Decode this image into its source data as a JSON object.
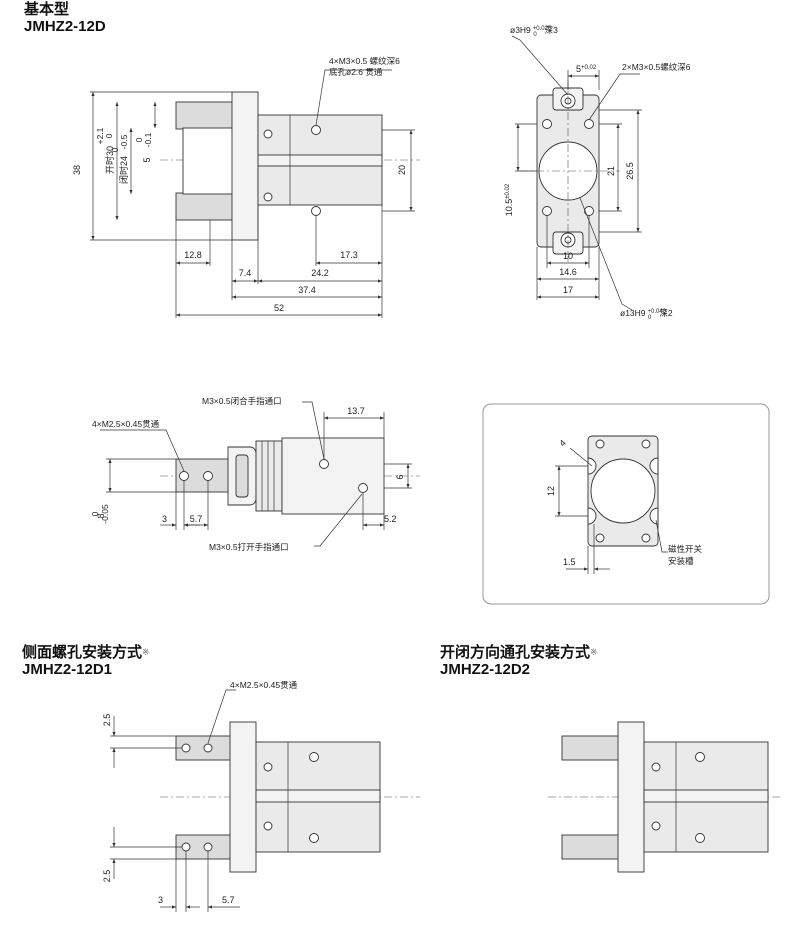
{
  "headings": {
    "basic_cn": "基本型",
    "basic_model": "JMHZ2-12D",
    "side_cn": "侧面螺孔安装方式",
    "side_model": "JMHZ2-12D1",
    "dir_cn": "开闭方向通孔安装方式",
    "dir_model": "JMHZ2-12D2",
    "mark": "※",
    "switch_title": "磁性开关安装槽尺寸"
  },
  "front": {
    "note_thread": "4×M3×0.5 螺纹深6",
    "note_bottom": "底孔ø2.6 贯通",
    "d38": "38",
    "d_open": "开时30",
    "d_open_tol_up": "+2.1",
    "d_open_tol_dn": "0",
    "d_close": "闭时24",
    "d_close_tol": "-0.5",
    "d_close_tol2": "0",
    "d_5": "5",
    "d_5_tol_up": "0",
    "d_5_tol_dn": "-0.1",
    "d20": "20",
    "d12_8": "12.8",
    "d17_3": "17.3",
    "d7_4": "7.4",
    "d24_2": "24.2",
    "d37_4": "37.4",
    "d52": "52"
  },
  "end": {
    "note_pin": "ø3H9",
    "note_pin_tol": "+0.025",
    "note_pin_tol2": "0",
    "note_pin_depth": "深3",
    "d5": "5",
    "d5_tol": "+0.02",
    "note_thread": "2×M3×0.5螺纹深6",
    "d10_5": "10.5",
    "d10_5_tol": "±0.02",
    "d21": "21",
    "d26_5": "26.5",
    "d10": "10",
    "d14_6": "14.6",
    "d17": "17",
    "note_bore": "ø13H9",
    "note_bore_tol": "+0.043",
    "note_bore_tol2": "0",
    "note_bore_depth": "深2"
  },
  "top": {
    "note_close_port": "M3×0.5闭合手指通口",
    "note_holes": "4×M2.5×0.45贯通",
    "d13_7": "13.7",
    "d6": "6",
    "d8": "8",
    "d8_tol_up": "0",
    "d8_tol_dn": "-0.05",
    "d3": "3",
    "d5_7": "5.7",
    "d5_2": "5.2",
    "note_open_port": "M3×0.5打开手指通口"
  },
  "switch": {
    "d4": "4",
    "d12": "12",
    "d1_5": "1.5",
    "note_slot_1": "磁性开关",
    "note_slot_2": "安装槽"
  },
  "side": {
    "note_holes": "4×M2.5×0.45贯通",
    "d2_5_top": "2.5",
    "d2_5_bottom": "2.5",
    "d3": "3",
    "d5_7": "5.7"
  }
}
